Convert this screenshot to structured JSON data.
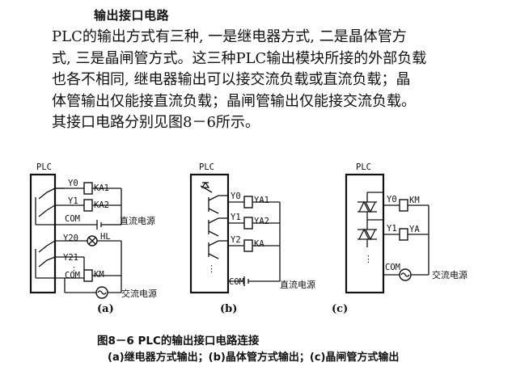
{
  "heading": "输出接口电路",
  "paragraph_lines": [
    "PLC的输出方式有三种, 一是继电器方式, 二是晶体管方",
    "式, 三是晶闸管方式。这三种PLC输出模块所接的外部负载",
    "也各不相同, 继电器输出可以接交流负载或直流负载；晶",
    "体管输出仅能接直流负载；晶闸管输出仅能接交流负载。",
    "其接口电路分别见图8－6所示。"
  ],
  "figure": {
    "a": {
      "plc": "PLC",
      "terminals": [
        "Y0",
        "Y1",
        "COM",
        "Y20",
        "Y21",
        "COM"
      ],
      "loads": [
        "KA1",
        "KA2",
        "HL",
        "KM"
      ],
      "dc_source": "直流电源",
      "ac_source": "交流电源",
      "sub_label": "(a)",
      "dots": "⋮"
    },
    "b": {
      "plc": "PLC",
      "terminals": [
        "Y0",
        "Y1",
        "Y2",
        "COM"
      ],
      "loads": [
        "YA1",
        "YA2",
        "KA"
      ],
      "dc_source": "直流电源",
      "sub_label": "(b)",
      "dots": "⋮"
    },
    "c": {
      "plc": "PLC",
      "terminals": [
        "Y0",
        "Y1",
        "COM"
      ],
      "loads": [
        "KM",
        "YA"
      ],
      "ac_source": "交流电源",
      "sub_label": "(c)",
      "dots": "⋮"
    }
  },
  "caption": {
    "title": "图8－6  PLC的输出接口电路连接",
    "detail": "(a)继电器方式输出；(b)晶体管方式输出；(c)晶闸管方式输出"
  }
}
